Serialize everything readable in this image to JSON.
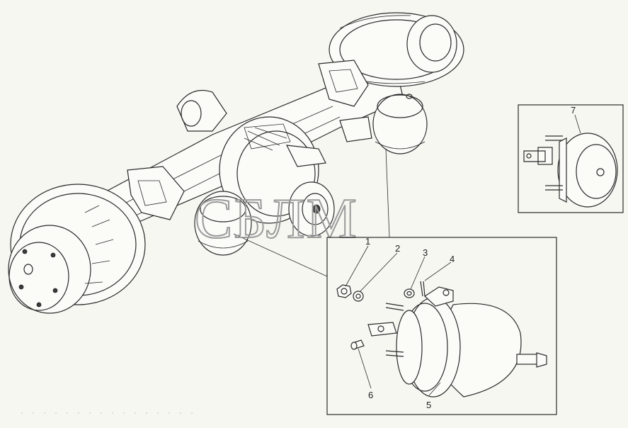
{
  "watermark": "СБЛМ",
  "callouts": [
    {
      "id": "callout-1",
      "label": "1"
    },
    {
      "id": "callout-2",
      "label": "2"
    },
    {
      "id": "callout-3",
      "label": "3"
    },
    {
      "id": "callout-4",
      "label": "4"
    },
    {
      "id": "callout-5",
      "label": "5"
    },
    {
      "id": "callout-6",
      "label": "6"
    },
    {
      "id": "callout-7",
      "label": "7"
    }
  ]
}
